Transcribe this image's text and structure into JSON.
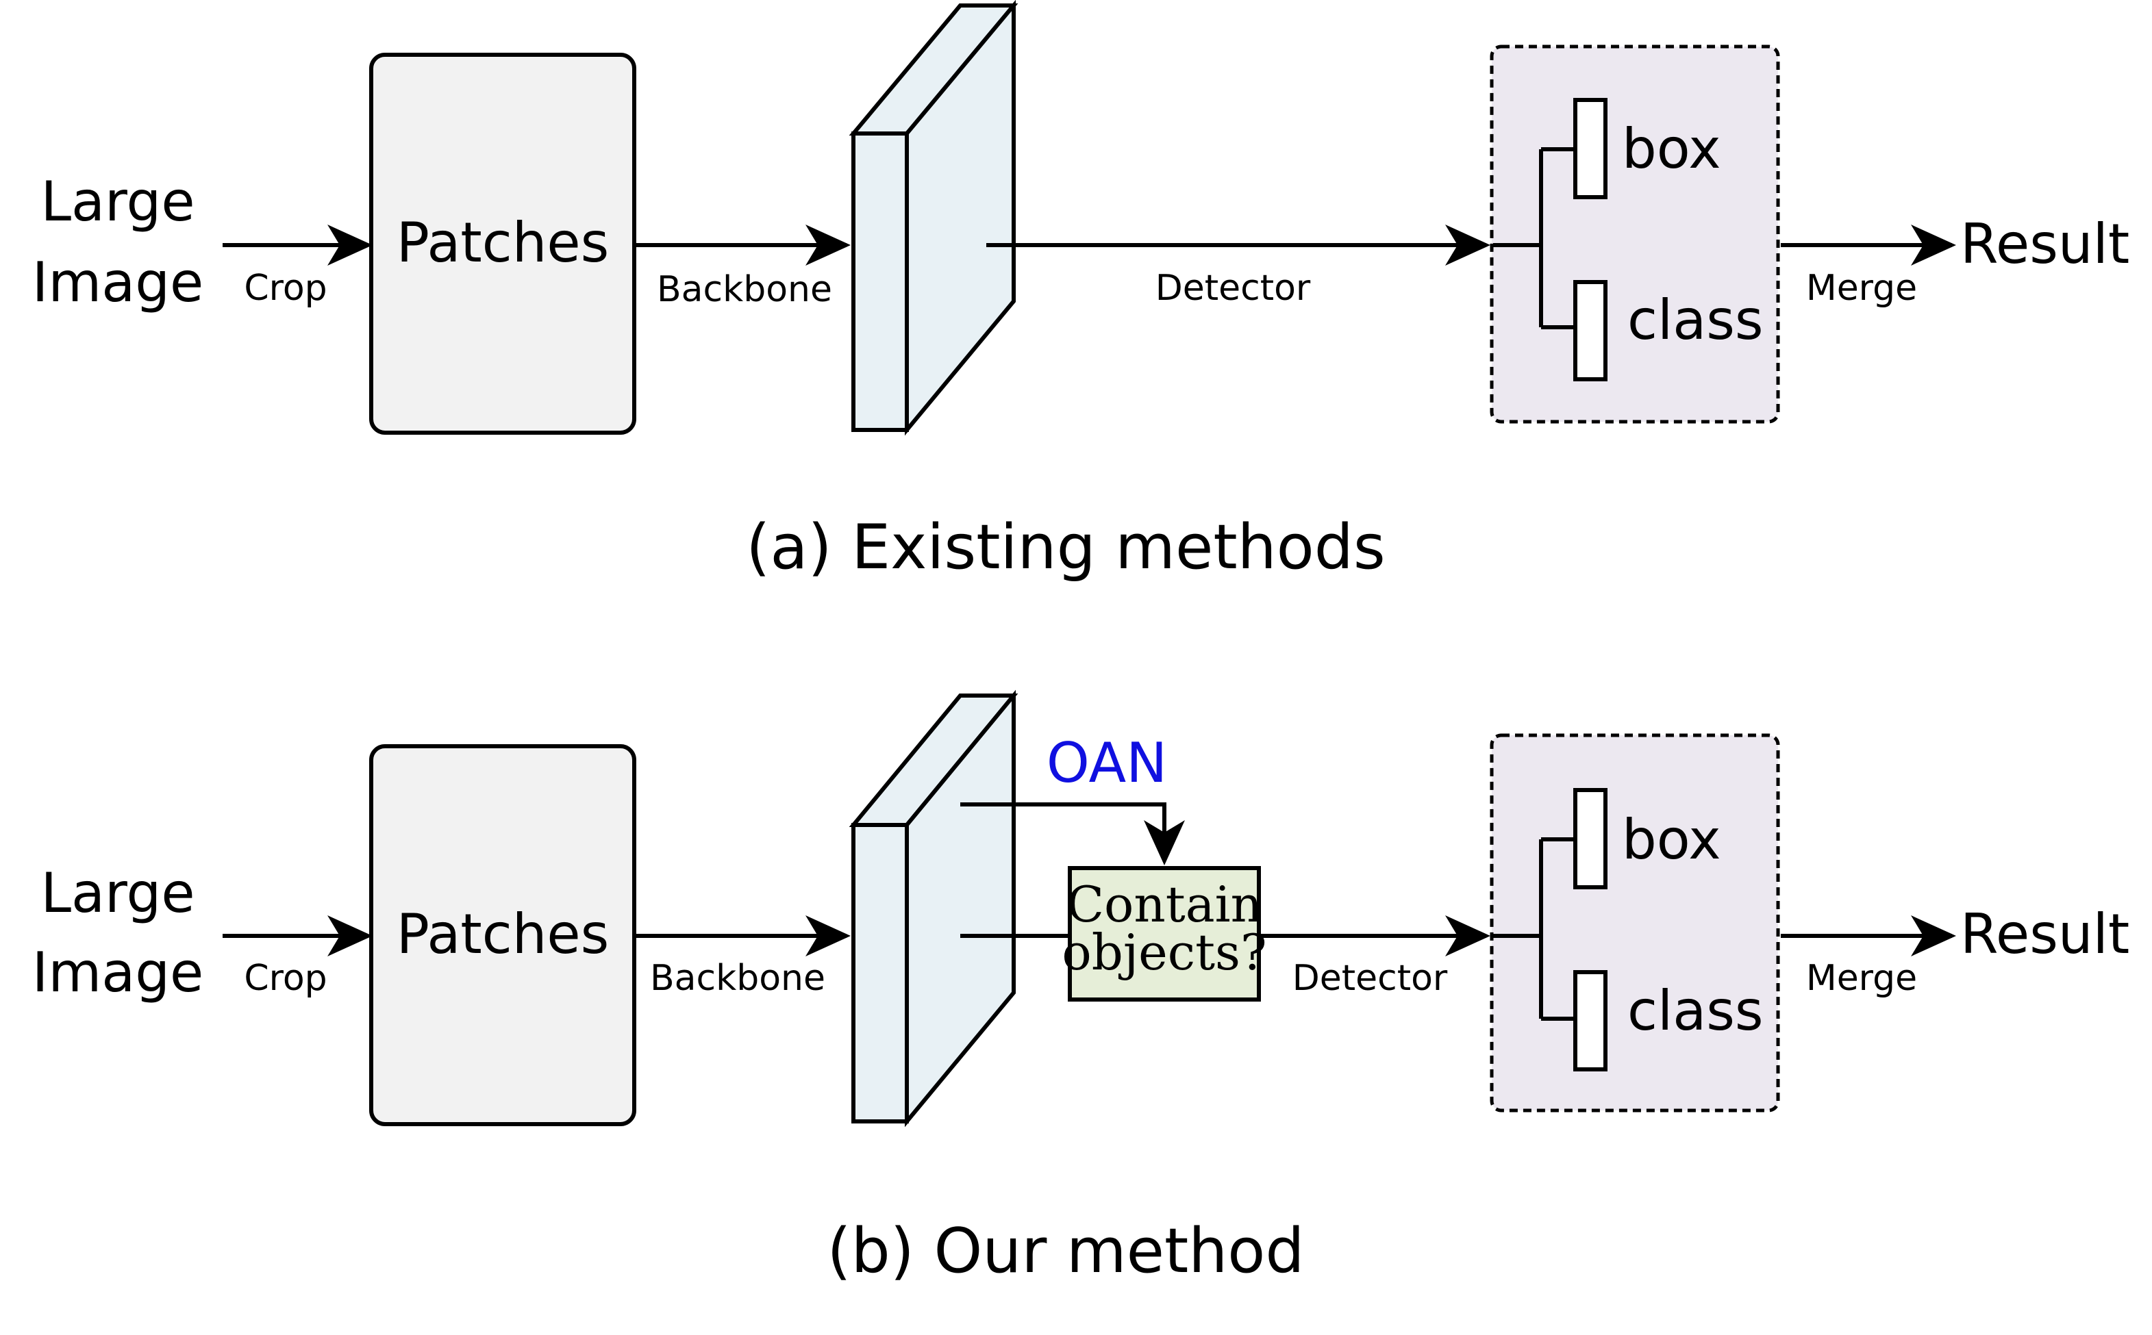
{
  "colors": {
    "patch_fill": "#f2f2f2",
    "feature_fill": "#e8f1f5",
    "head_fill": "#ece8f0",
    "oan_box_fill": "#e6eed8",
    "oan_text": "#1010e0",
    "stroke": "#000000"
  },
  "panel_a": {
    "input_line1": "Large",
    "input_line2": "Image",
    "crop": "Crop",
    "patches": "Patches",
    "backbone": "Backbone",
    "detector": "Detector",
    "box": "box",
    "class": "class",
    "merge": "Merge",
    "result": "Result",
    "caption": "(a) Existing methods"
  },
  "panel_b": {
    "input_line1": "Large",
    "input_line2": "Image",
    "crop": "Crop",
    "patches": "Patches",
    "backbone": "Backbone",
    "oan": "OAN",
    "contain_line1": "Contain",
    "contain_line2": "objects?",
    "detector": "Detector",
    "box": "box",
    "class": "class",
    "merge": "Merge",
    "result": "Result",
    "caption": "(b) Our method"
  }
}
